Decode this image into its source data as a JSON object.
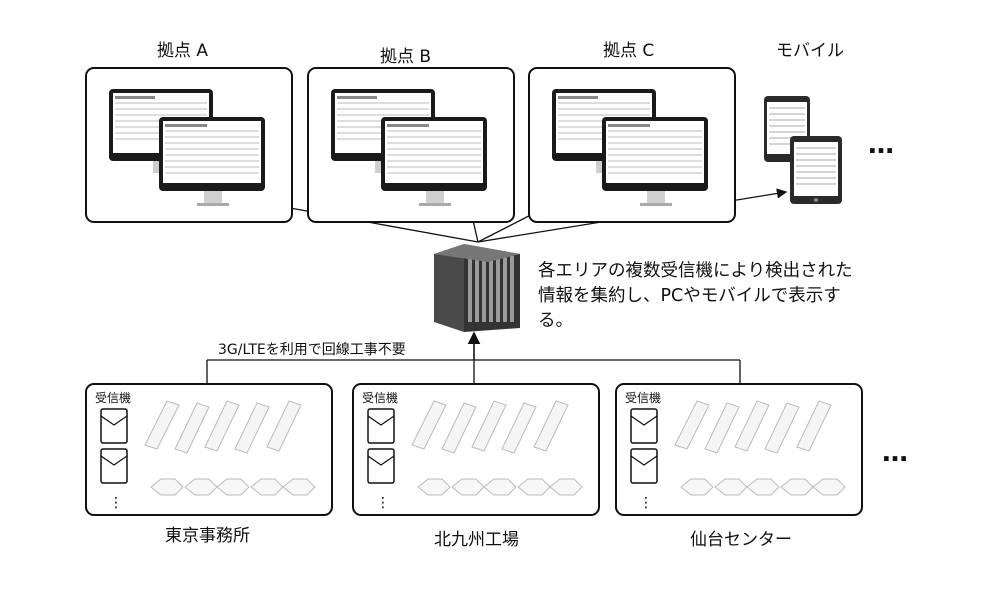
{
  "sites": [
    {
      "label": "拠点 A"
    },
    {
      "label": "拠点 B"
    },
    {
      "label": "拠点 C"
    }
  ],
  "mobile": {
    "label": "モバイル"
  },
  "more_symbol": "…",
  "server_caption": "各エリアの複数受信機により検出された情報を集約し、PCやモバイルで表示する。",
  "uplink_label": "3G/LTEを利用で回線工事不要",
  "factories": [
    {
      "label": "東京事務所",
      "receiver_tag": "受信機"
    },
    {
      "label": "北九州工場",
      "receiver_tag": "受信機"
    },
    {
      "label": "仙台センター",
      "receiver_tag": "受信機"
    }
  ]
}
